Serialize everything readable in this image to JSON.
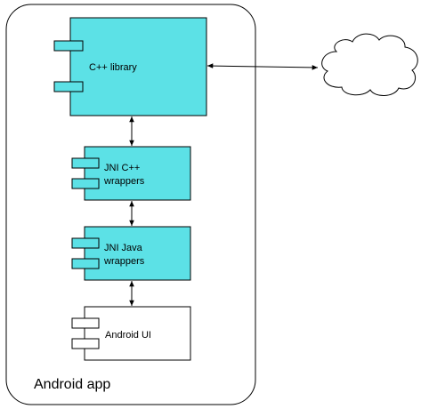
{
  "diagram": {
    "container": {
      "label": "Android app"
    },
    "components": [
      {
        "id": "cpp-library",
        "lines": [
          "C++ library"
        ],
        "fill": "#5ce1e6"
      },
      {
        "id": "jni-cpp-wrappers",
        "lines": [
          "JNI C++",
          "wrappers"
        ],
        "fill": "#5ce1e6"
      },
      {
        "id": "jni-java-wrappers",
        "lines": [
          "JNI Java",
          "wrappers"
        ],
        "fill": "#5ce1e6"
      },
      {
        "id": "android-ui",
        "lines": [
          "Android UI"
        ],
        "fill": "#ffffff"
      }
    ],
    "external": {
      "id": "cloud",
      "icon": "cloud-icon"
    },
    "connectors": [
      {
        "from": "cpp-library",
        "to": "jni-cpp-wrappers",
        "direction": "bidirectional"
      },
      {
        "from": "jni-cpp-wrappers",
        "to": "jni-java-wrappers",
        "direction": "bidirectional"
      },
      {
        "from": "jni-java-wrappers",
        "to": "android-ui",
        "direction": "bidirectional"
      },
      {
        "from": "cpp-library",
        "to": "cloud",
        "direction": "bidirectional"
      }
    ],
    "colors": {
      "stroke": "#000000",
      "accent": "#5ce1e6",
      "background": "#ffffff"
    }
  }
}
